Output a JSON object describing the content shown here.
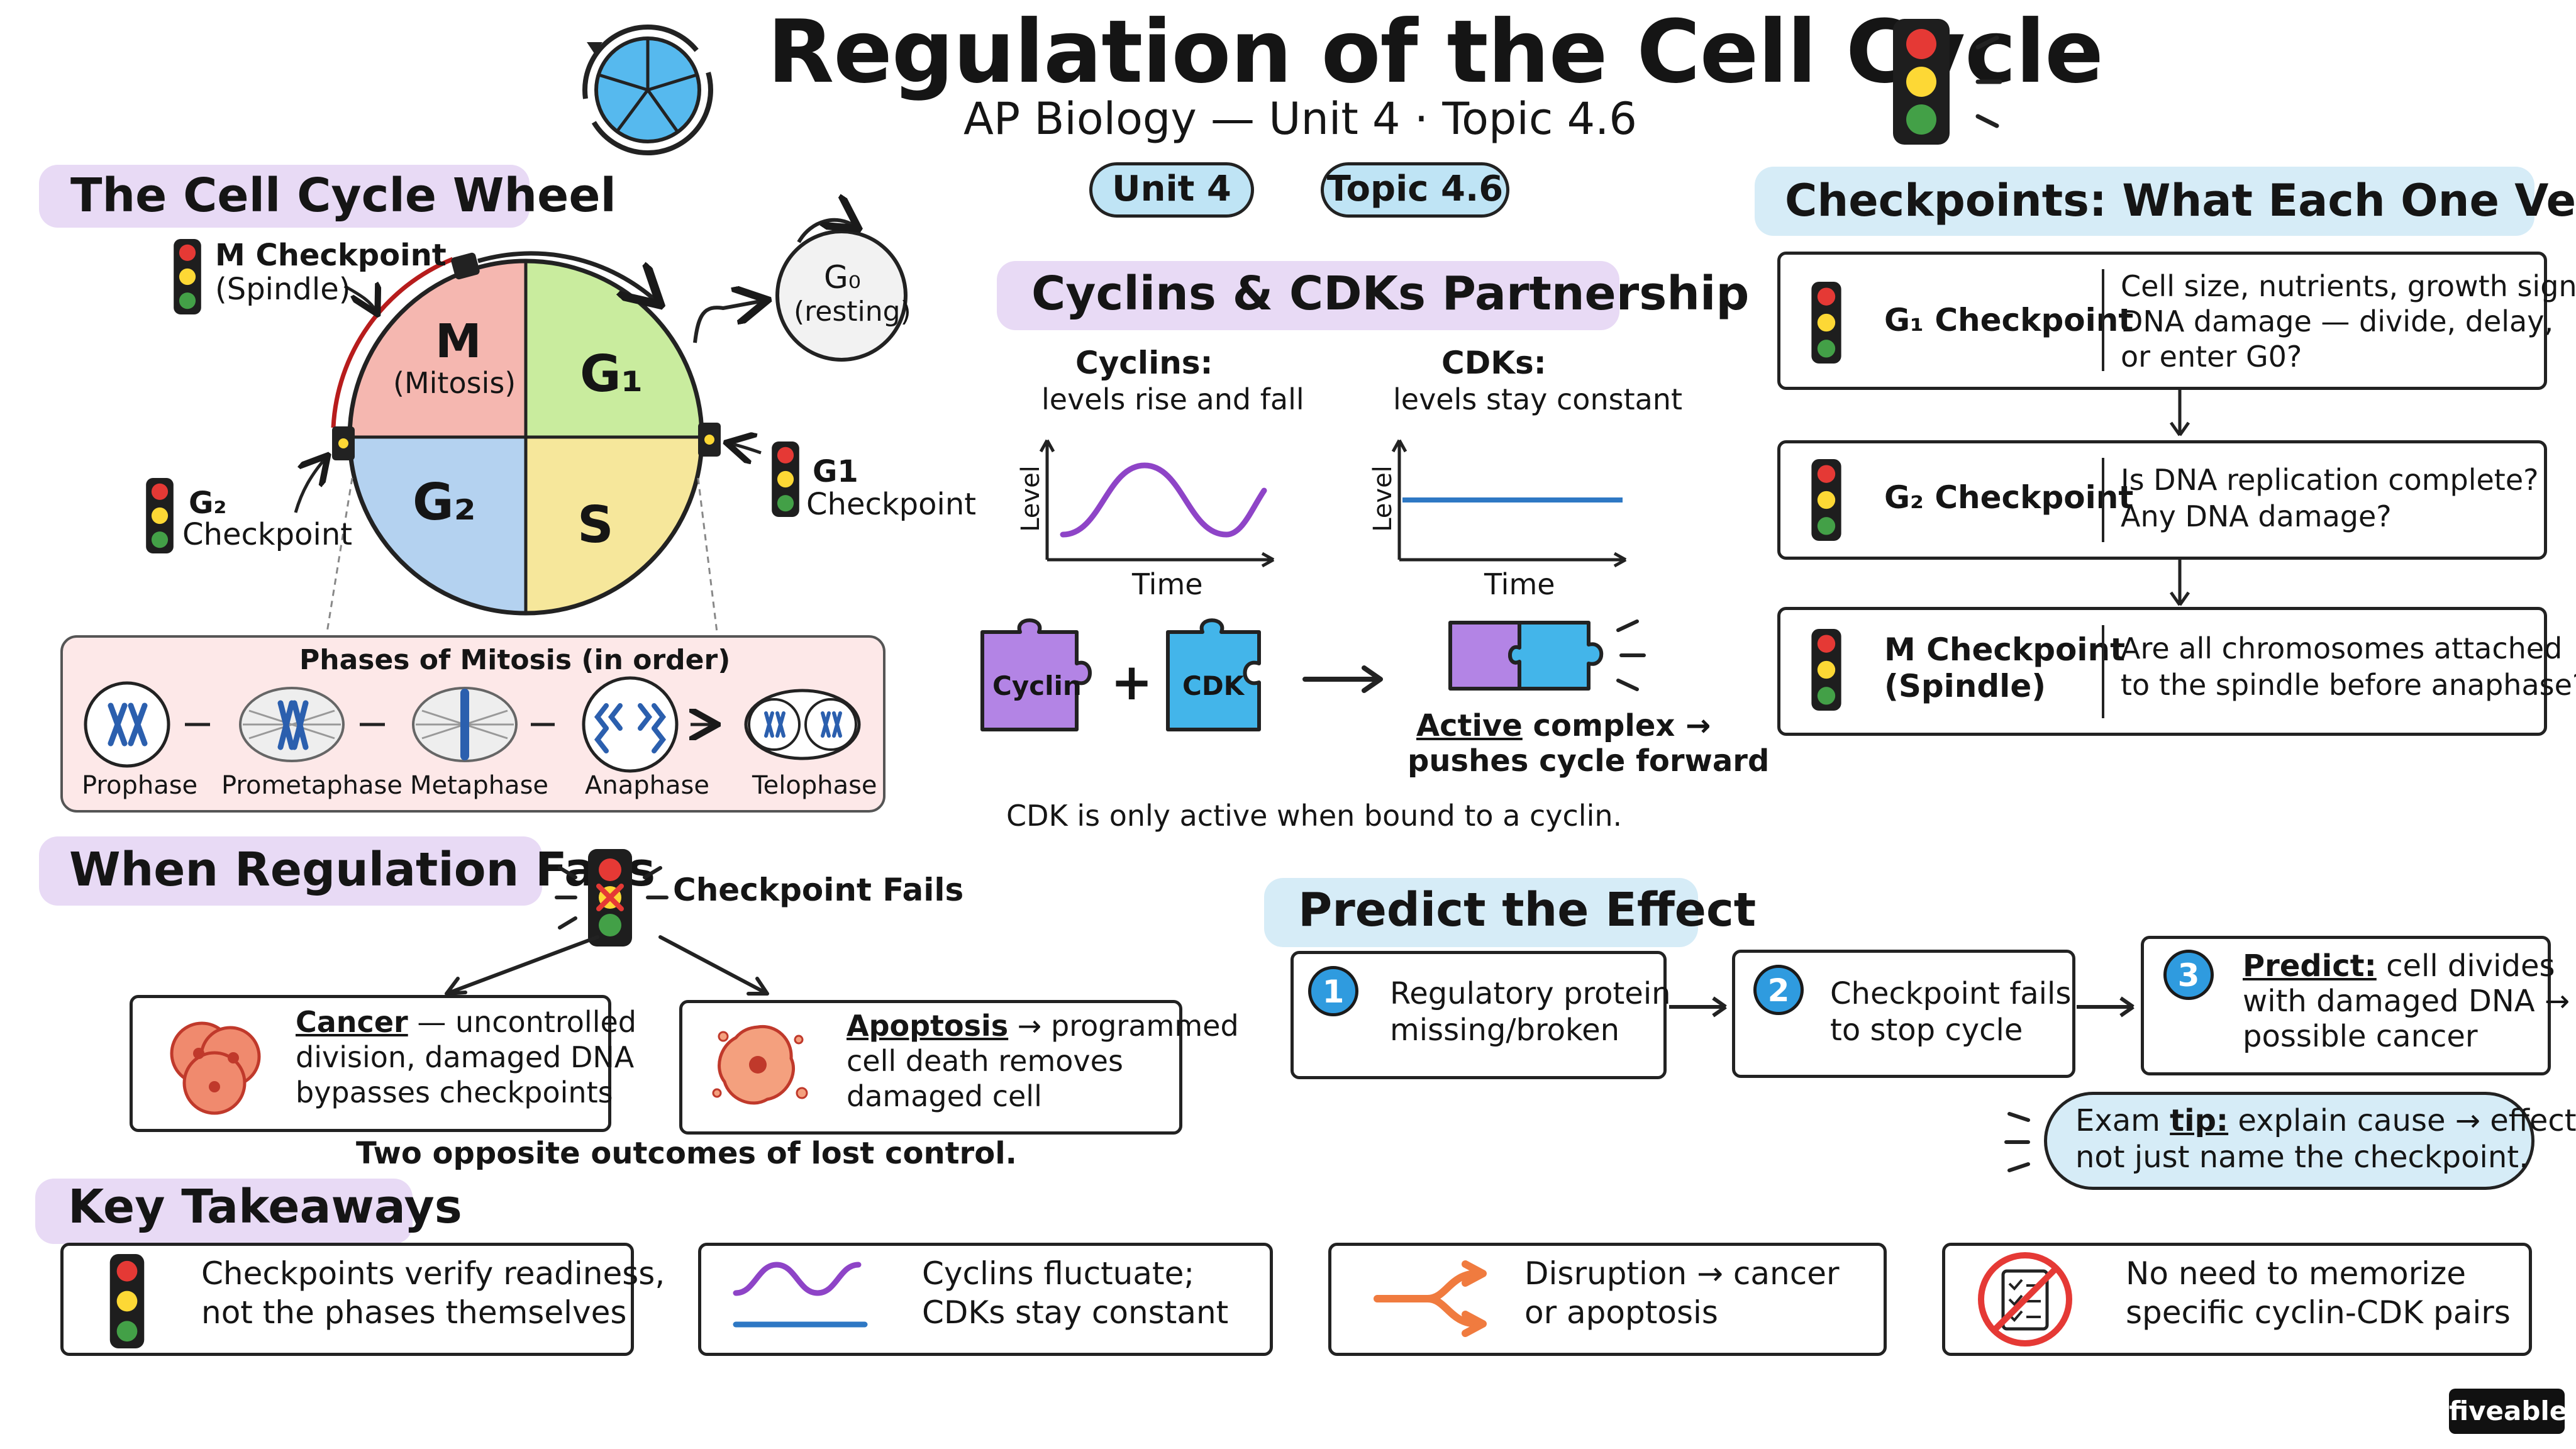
{
  "header": {
    "title": "Regulation of the Cell Cycle",
    "subtitle": "AP Biology — Unit 4 · Topic 4.6",
    "pill_unit": "Unit 4",
    "pill_topic": "Topic 4.6"
  },
  "wheel": {
    "section_title": "The Cell Cycle Wheel",
    "phase_m": "M",
    "phase_m_sub": "(Mitosis)",
    "phase_g1": "G₁",
    "phase_g2": "G₂",
    "phase_s": "S",
    "g0_line1": "G₀",
    "g0_line2": "(resting)",
    "label_m_line1": "M Checkpoint",
    "label_m_line2": "(Spindle)",
    "label_g2_line1": "G₂",
    "label_g2_line2": "Checkpoint",
    "label_g1_line1": "G1",
    "label_g1_line2": "Checkpoint",
    "colors": {
      "m": "#f5b7b0",
      "g1": "#c9ec9e",
      "g2": "#b4d2f0",
      "s": "#f6e79b"
    }
  },
  "mitosis": {
    "title": "Phases of Mitosis (in order)",
    "phases": [
      "Prophase",
      "Prometaphase",
      "Metaphase",
      "Anaphase",
      "Telophase"
    ]
  },
  "cyclins": {
    "section_title": "Cyclins & CDKs Partnership",
    "cyclin_head": "Cyclins:",
    "cyclin_sub": "levels rise and fall",
    "cdk_head": "CDKs:",
    "cdk_sub": "levels stay constant",
    "axis_y": "Level",
    "axis_x": "Time",
    "piece_cyclin": "Cyclin",
    "piece_cdk": "CDK",
    "plus": "+",
    "arrow": "→",
    "active_word": "Active",
    "active_rest": " complex →",
    "active_line2": "pushes cycle forward",
    "note": "CDK is only active when bound to a cyclin."
  },
  "checkpoints": {
    "section_title": "Checkpoints: What Each One Verifies",
    "items": [
      {
        "name": "G₁ Checkpoint",
        "name2": "",
        "desc1": "Cell size, nutrients, growth signals,",
        "desc2": "DNA damage — divide, delay,",
        "desc3": "or enter G0?"
      },
      {
        "name": "G₂ Checkpoint",
        "name2": "",
        "desc1": "Is DNA replication complete?",
        "desc2": "Any DNA damage?",
        "desc3": ""
      },
      {
        "name": "M Checkpoint",
        "name2": "(Spindle)",
        "desc1": "Are all chromosomes attached",
        "desc2": "to the spindle before anaphase?",
        "desc3": ""
      }
    ]
  },
  "fails": {
    "section_title": "When Regulation Fails",
    "checkpoint_fails": "Checkpoint Fails",
    "cancer_word": "Cancer",
    "cancer_line1_rest": " — uncontrolled",
    "cancer_line2": "division, damaged DNA",
    "cancer_line3": "bypasses checkpoints",
    "apop_word": "Apoptosis",
    "apop_line1_rest": " → programmed",
    "apop_line2": "cell death removes",
    "apop_line3": "damaged cell",
    "caption": "Two opposite outcomes of lost control."
  },
  "predict": {
    "section_title": "Predict the Effect",
    "steps": [
      {
        "num": "1",
        "line1": "Regulatory protein",
        "line2": "missing/broken",
        "line3": ""
      },
      {
        "num": "2",
        "line1": "Checkpoint fails",
        "line2": "to stop cycle",
        "line3": ""
      },
      {
        "num": "3",
        "lead": "Predict:",
        "line1": " cell divides",
        "line2": "with damaged DNA →",
        "line3": "possible cancer"
      }
    ],
    "tip_lead": "Exam ",
    "tip_word": "tip:",
    "tip_rest": " explain cause → effect,",
    "tip_line2": "not just name the checkpoint."
  },
  "takeaways": {
    "section_title": "Key Takeaways",
    "items": [
      {
        "line1": "Checkpoints verify readiness,",
        "line2": "not the phases themselves"
      },
      {
        "line1": "Cyclins fluctuate;",
        "line2": "CDKs stay constant"
      },
      {
        "line1": "Disruption → cancer",
        "line2": "or apoptosis"
      },
      {
        "line1": "No need to memorize",
        "line2": "specific cyclin-CDK pairs"
      }
    ]
  },
  "brand": "fiveable"
}
